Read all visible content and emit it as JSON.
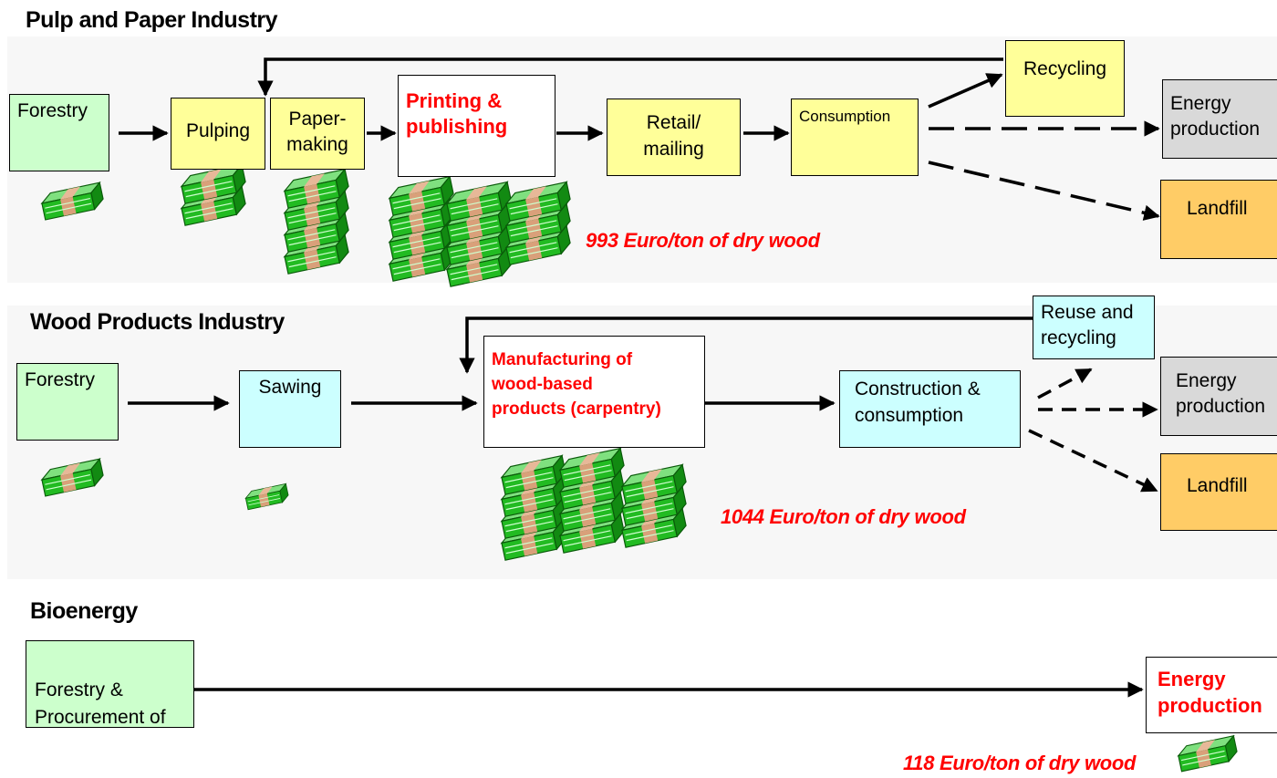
{
  "colors": {
    "forestry": "#ccffcc",
    "process": "#ffff99",
    "wood_process": "#ccffff",
    "energy": "#d9d9d9",
    "landfill": "#ffcc66",
    "highlight_text": "#ff0000",
    "band_background": "#f7f7f7",
    "money_green": "#22bb22",
    "money_band": "#d9a07a"
  },
  "pulp": {
    "heading": "Pulp and Paper Industry",
    "forestry": "Forestry",
    "pulping": "Pulping",
    "papermaking": "Paper-\nmaking",
    "printing": "Printing &\npublishing",
    "retail": "Retail/\nmailing",
    "consumption": "Consumption",
    "recycling": "Recycling",
    "energy": "Energy\nproduction",
    "landfill": "Landfill",
    "value": "993 Euro/ton of dry wood"
  },
  "wood": {
    "heading": "Wood Products Industry",
    "forestry": "Forestry",
    "sawing": "Sawing",
    "manufacturing": "Manufacturing of\nwood-based\nproducts (carpentry)",
    "construction": "Construction &\nconsumption",
    "reuse": "Reuse and\nrecycling",
    "energy": "Energy\nproduction",
    "landfill": "Landfill",
    "value": "1044 Euro/ton of dry wood"
  },
  "bio": {
    "heading": "Bioenergy",
    "forestry": "Forestry &\nProcurement of\nby-products",
    "energy": "Energy\nproduction",
    "value": "118 Euro/ton of dry wood"
  }
}
